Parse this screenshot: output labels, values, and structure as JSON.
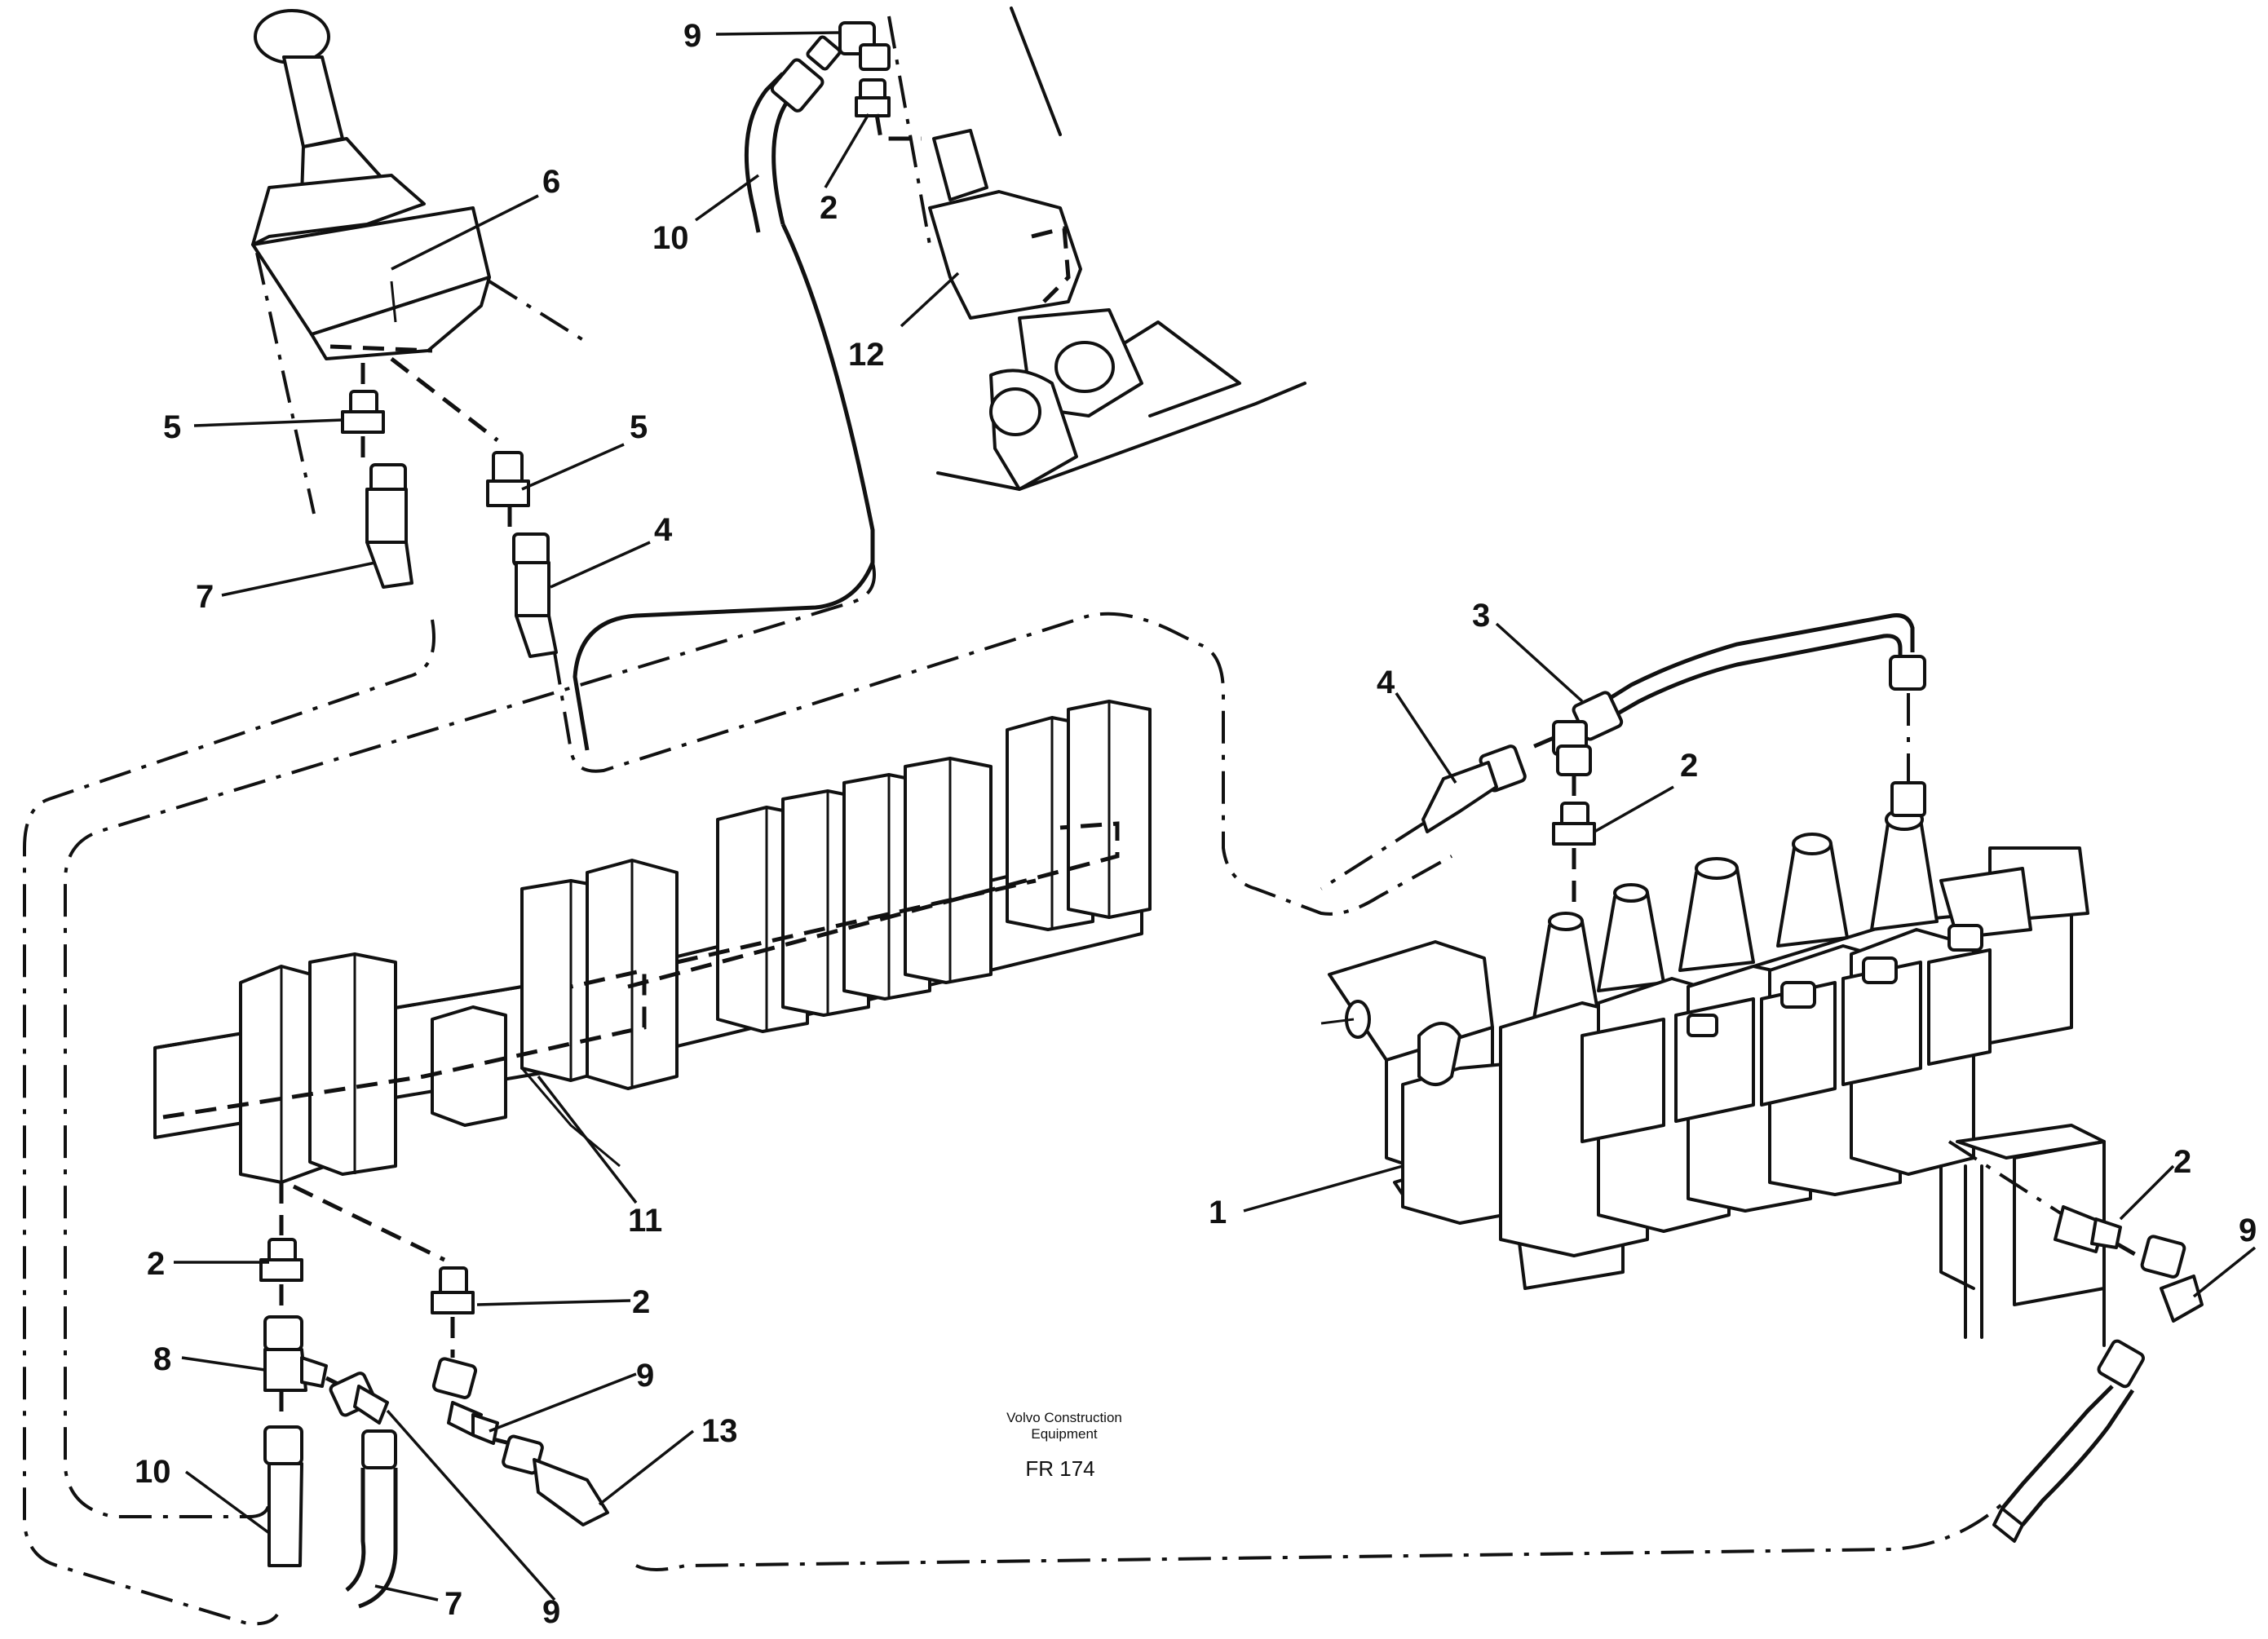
{
  "callouts": {
    "c1": "1",
    "c2a": "2",
    "c2b": "2",
    "c2c": "2",
    "c2d": "2",
    "c2e": "2",
    "c3": "3",
    "c4a": "4",
    "c4b": "4",
    "c5a": "5",
    "c5b": "5",
    "c6": "6",
    "c7a": "7",
    "c7b": "7",
    "c8": "8",
    "c9a": "9",
    "c9b": "9",
    "c9c": "9",
    "c9d": "9",
    "c10a": "10",
    "c10b": "10",
    "c11": "11",
    "c12": "12",
    "c13": "13"
  },
  "stamp": {
    "line1": "Volvo Construction",
    "line2": "Equipment",
    "code": "FR 174"
  }
}
